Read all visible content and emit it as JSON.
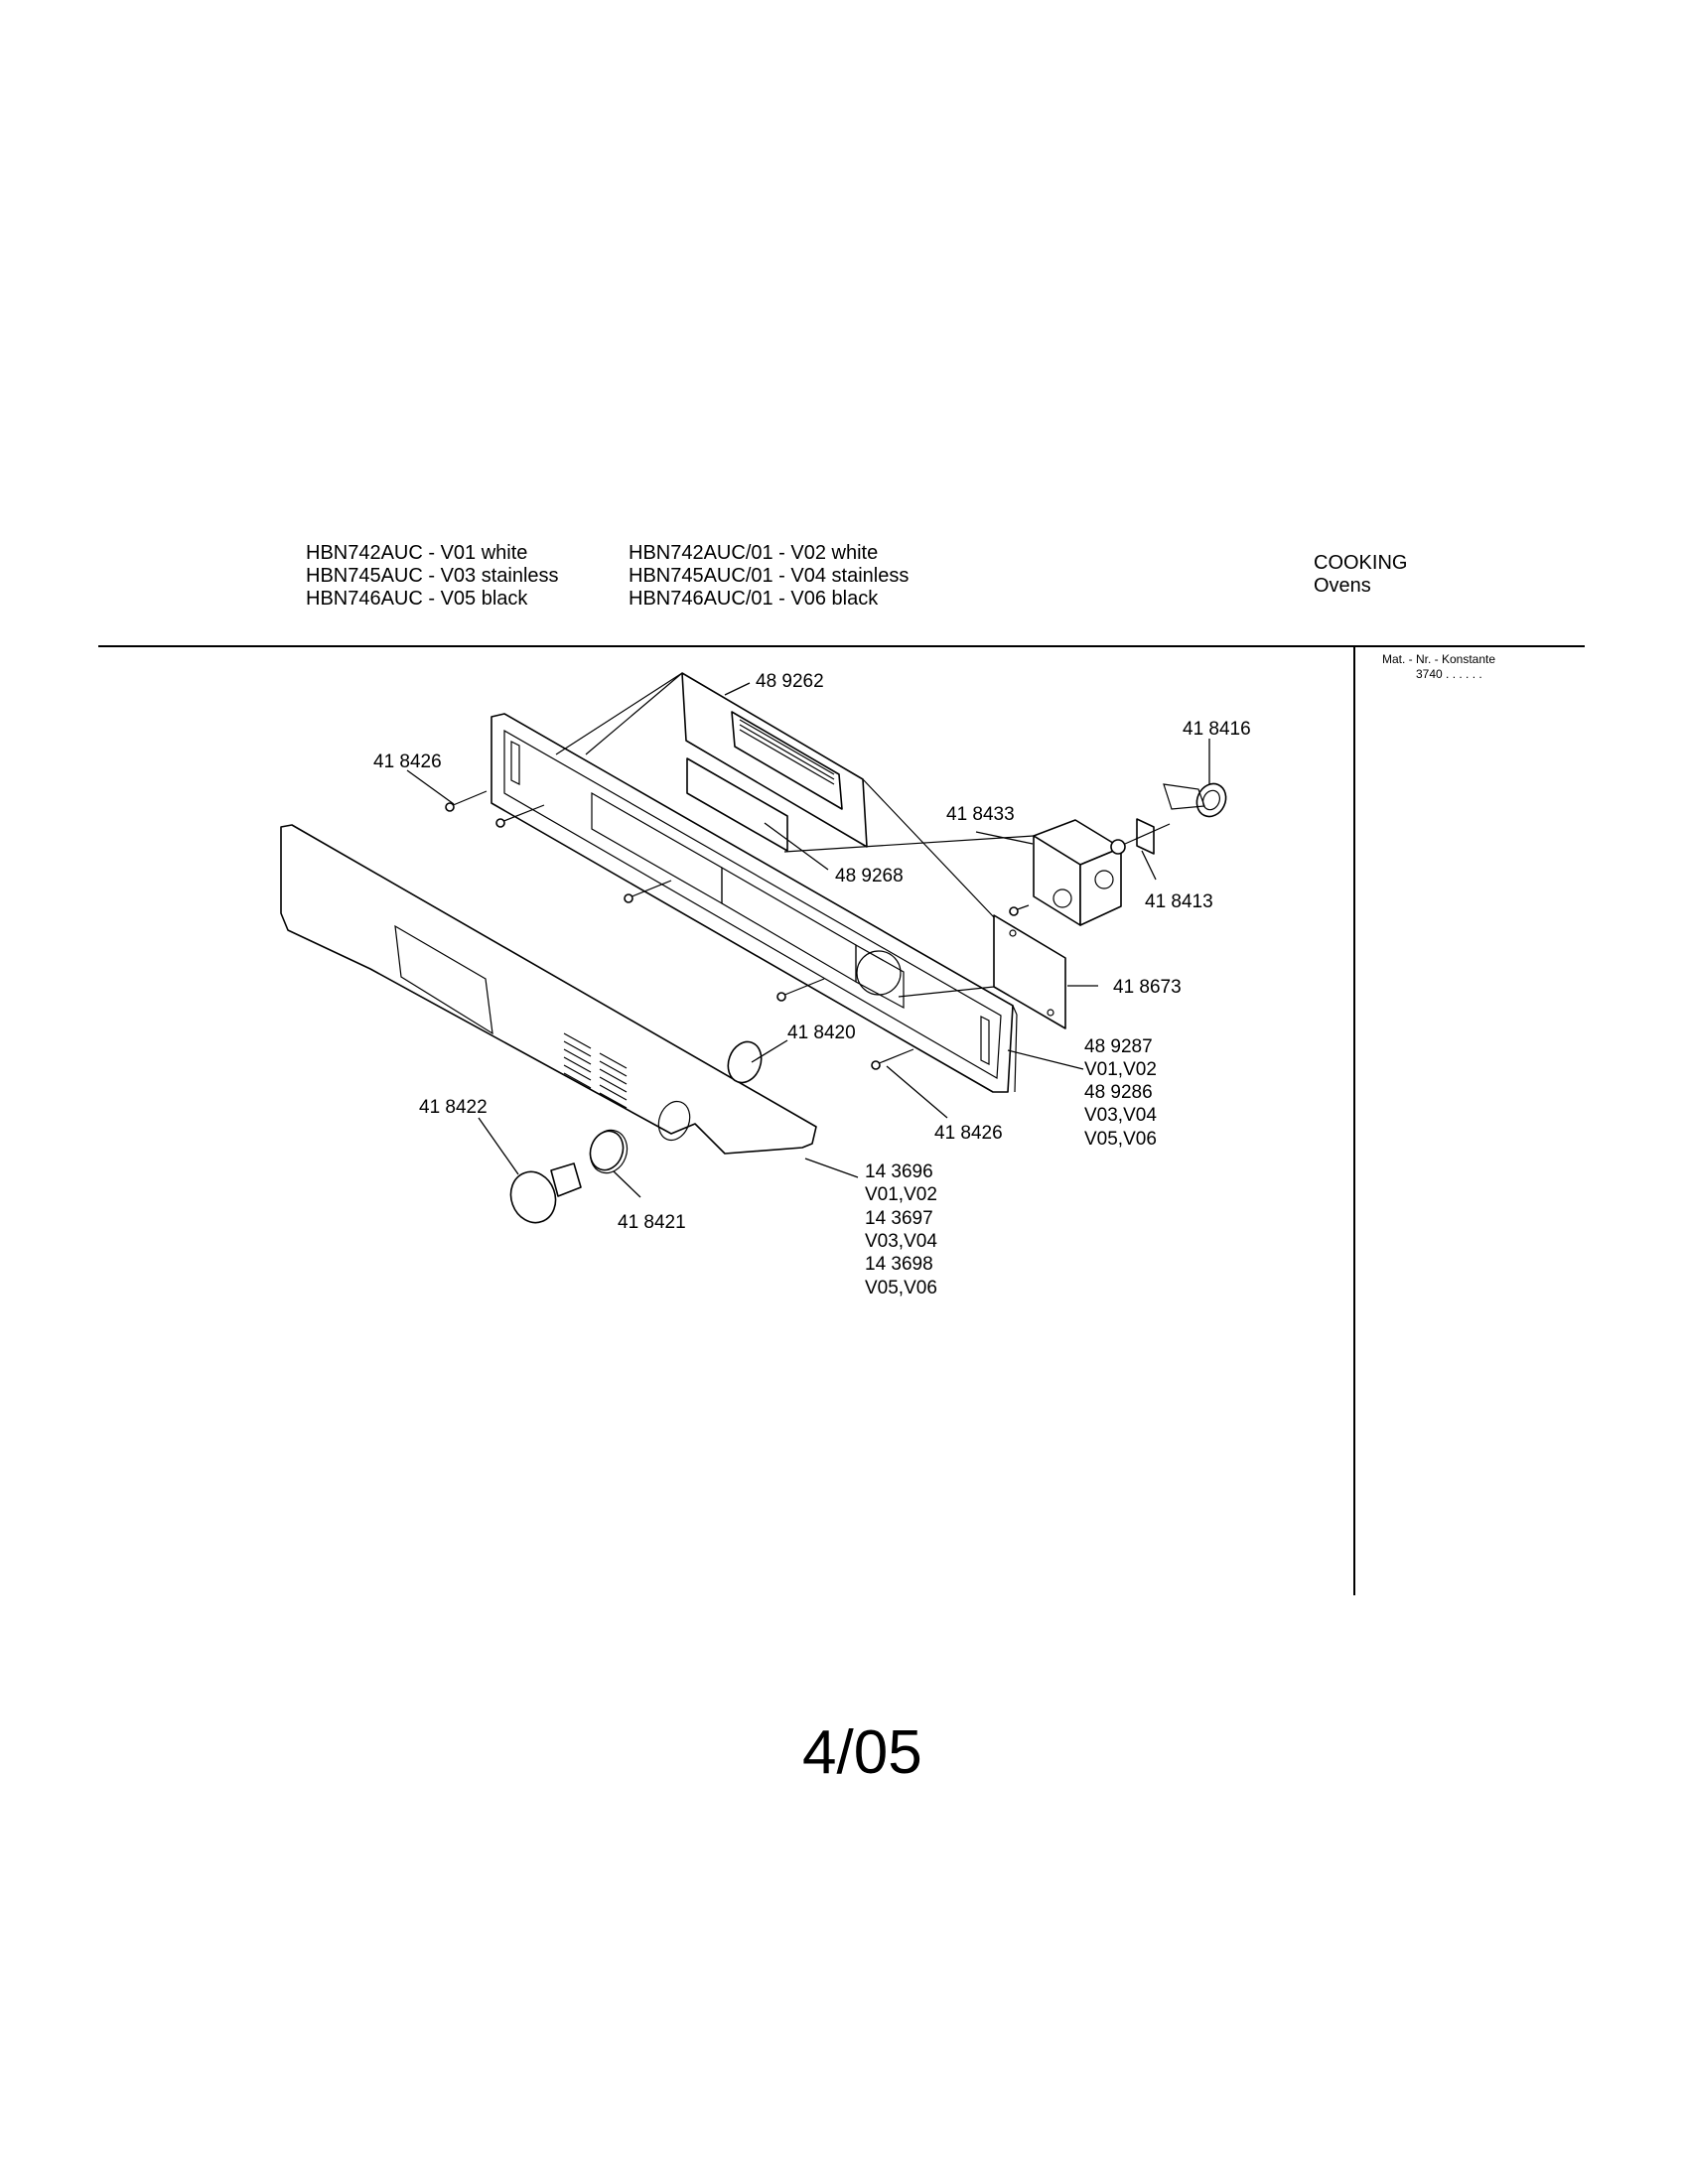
{
  "header": {
    "models_left": [
      "HBN742AUC - V01 white",
      "HBN745AUC - V03 stainless",
      "HBN746AUC - V05 black"
    ],
    "models_right": [
      "HBN742AUC/01 - V02 white",
      "HBN745AUC/01 - V04 stainless",
      "HBN746AUC/01 - V06 black"
    ],
    "category": [
      "COOKING",
      "Ovens"
    ]
  },
  "side_note": {
    "label": "Mat. - Nr. - Konstante",
    "value": "3740 . .   . . . ."
  },
  "parts": {
    "p489262": "48 9262",
    "p418426_top": "41 8426",
    "p418416": "41 8416",
    "p418433": "41 8433",
    "p489268": "48 9268",
    "p418413": "41 8413",
    "p418673": "41 8673",
    "p418420": "41 8420",
    "p489287_block": [
      "48 9287",
      "V01,V02",
      "48 9286",
      "V03,V04",
      "V05,V06"
    ],
    "p418422": "41 8422",
    "p418426_bottom": "41 8426",
    "p143696_block": [
      "14 3696",
      "V01,V02",
      "14 3697",
      "V03,V04",
      "14 3698",
      "V05,V06"
    ],
    "p418421": "41 8421"
  },
  "page_number": "4/05"
}
